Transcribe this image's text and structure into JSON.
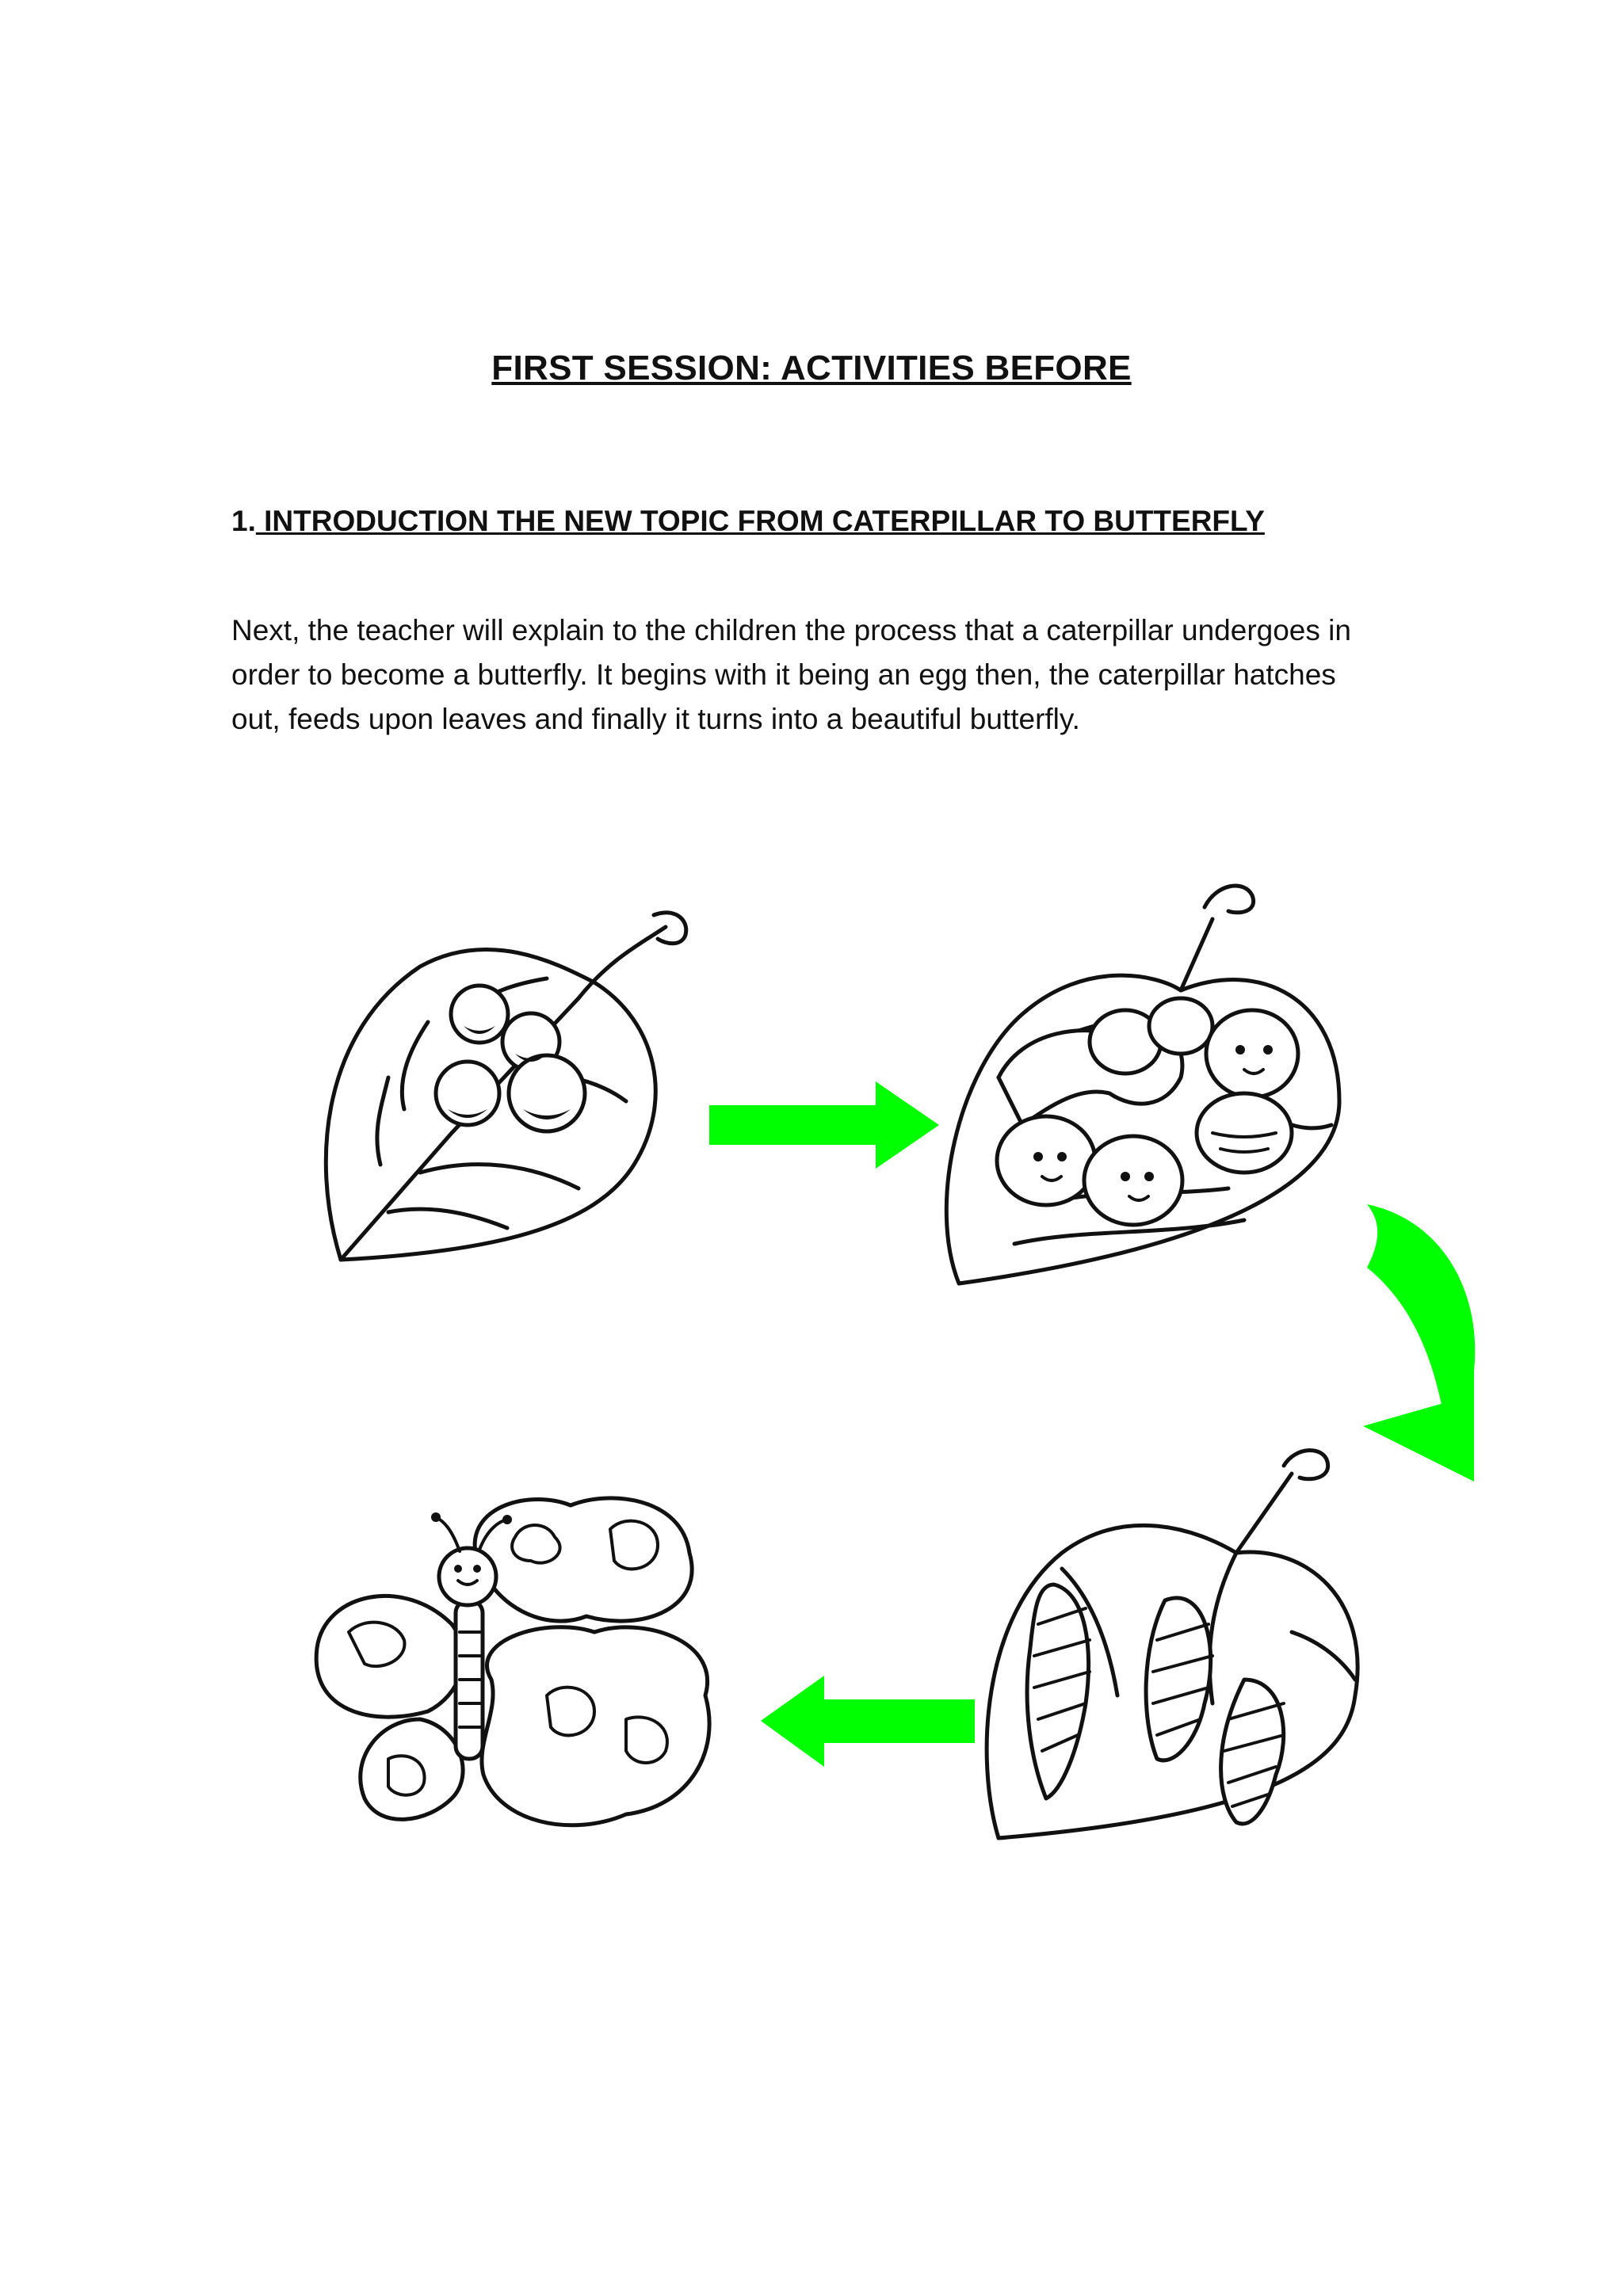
{
  "document": {
    "title": "FIRST SESSION:  ACTIVITIES BEFORE",
    "section": {
      "number": "1.",
      "heading": " INTRODUCTION THE NEW TOPIC FROM CATERPILLAR TO BUTTERFLY"
    },
    "paragraph": "Next, the teacher will explain to the children the process that a caterpillar undergoes in order to become a butterfly. It begins with it being an egg then, the caterpillar hatches out, feeds upon leaves and finally it turns into a beautiful butterfly."
  },
  "illustrations": {
    "arrow_color": "#00ff00",
    "stages": [
      "eggs-on-leaf-icon",
      "caterpillars-on-leaf-icon",
      "cocoons-on-leaf-icon",
      "butterfly-icon"
    ]
  }
}
